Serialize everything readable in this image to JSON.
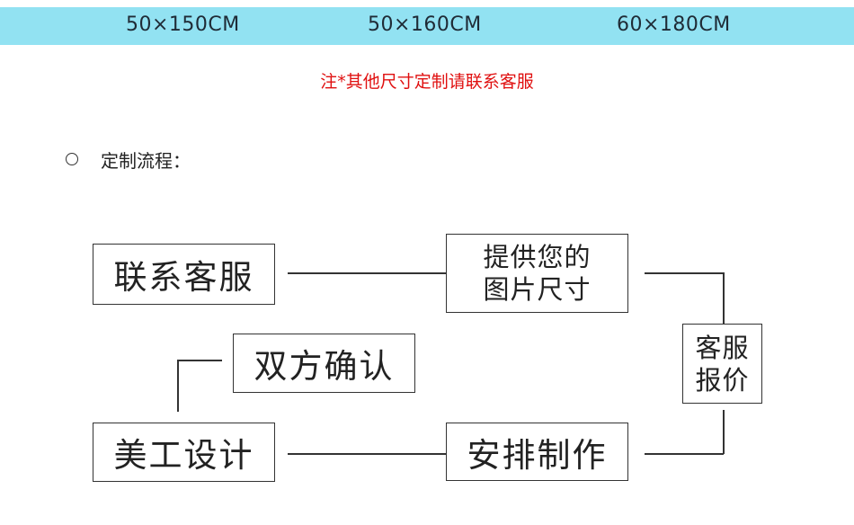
{
  "sizes": [
    "50×150CM",
    "50×160CM",
    "60×180CM"
  ],
  "note": "注*其他尺寸定制请联系客服",
  "process_heading": "定制流程：",
  "steps": {
    "contact": "联系客服",
    "provide_line1": "提供您的",
    "provide_line2": "图片尺寸",
    "quote_line1": "客服",
    "quote_line2": "报价",
    "arrange": "安排制作",
    "design": "美工设计",
    "confirm": "双方确认"
  }
}
